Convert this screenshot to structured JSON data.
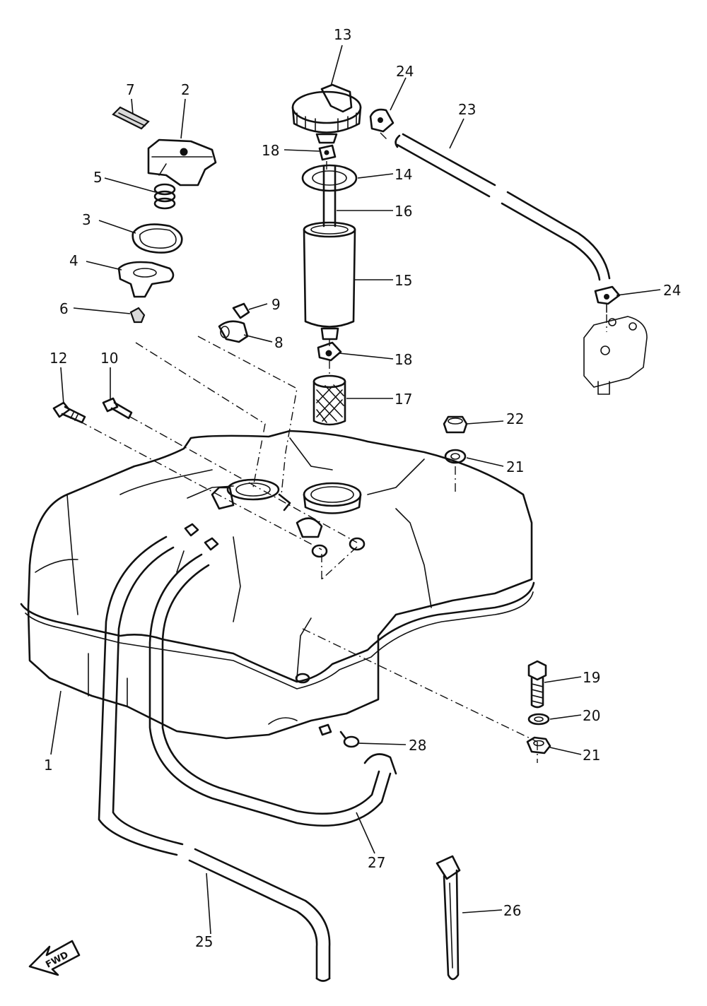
{
  "diagram": {
    "forward_label": "FWD",
    "callouts": [
      {
        "id": "c1",
        "text": "1"
      },
      {
        "id": "c2",
        "text": "2"
      },
      {
        "id": "c3",
        "text": "3"
      },
      {
        "id": "c4",
        "text": "4"
      },
      {
        "id": "c5",
        "text": "5"
      },
      {
        "id": "c6",
        "text": "6"
      },
      {
        "id": "c7",
        "text": "7"
      },
      {
        "id": "c8",
        "text": "8"
      },
      {
        "id": "c9",
        "text": "9"
      },
      {
        "id": "c10",
        "text": "10"
      },
      {
        "id": "c12",
        "text": "12"
      },
      {
        "id": "c13",
        "text": "13"
      },
      {
        "id": "c14",
        "text": "14"
      },
      {
        "id": "c15",
        "text": "15"
      },
      {
        "id": "c16",
        "text": "16"
      },
      {
        "id": "c17",
        "text": "17"
      },
      {
        "id": "c18a",
        "text": "18"
      },
      {
        "id": "c18b",
        "text": "18"
      },
      {
        "id": "c19",
        "text": "19"
      },
      {
        "id": "c20",
        "text": "20"
      },
      {
        "id": "c21a",
        "text": "21"
      },
      {
        "id": "c21b",
        "text": "21"
      },
      {
        "id": "c22",
        "text": "22"
      },
      {
        "id": "c23",
        "text": "23"
      },
      {
        "id": "c24a",
        "text": "24"
      },
      {
        "id": "c24b",
        "text": "24"
      },
      {
        "id": "c25",
        "text": "25"
      },
      {
        "id": "c26",
        "text": "26"
      },
      {
        "id": "c27",
        "text": "27"
      },
      {
        "id": "c28",
        "text": "28"
      }
    ]
  }
}
